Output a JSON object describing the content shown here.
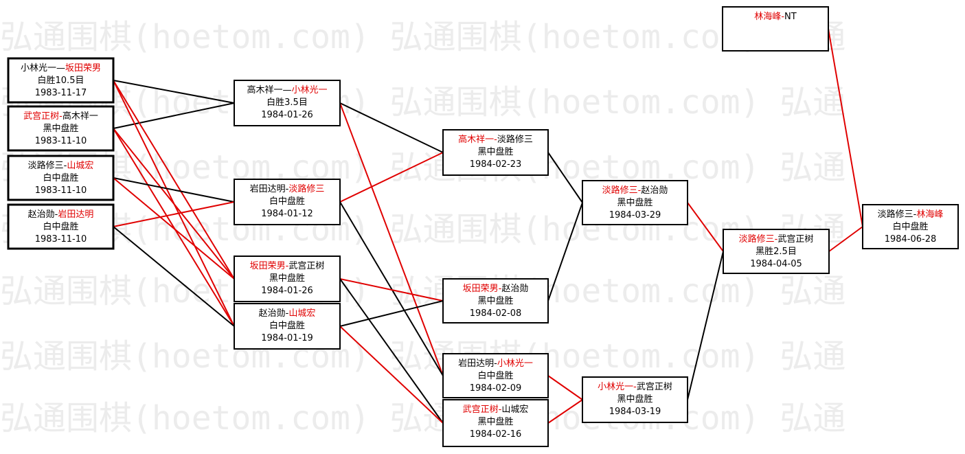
{
  "colors": {
    "win": "#e00000",
    "normal": "#000000",
    "watermark": "#ececec"
  },
  "watermark": "弘通围棋(hoetom.com) 弘通围棋(hoetom.com) 弘通",
  "matches": [
    {
      "id": "r1a",
      "p1": "小林光一",
      "sep": "—",
      "p2": "坂田荣男",
      "winner": "p2",
      "result": "白胜10.5目",
      "date": "1983-11-17"
    },
    {
      "id": "r1b",
      "p1": "武宫正树",
      "sep": "-",
      "p2": "高木祥一",
      "winner": "p1",
      "result": "黑中盘胜",
      "date": "1983-11-10"
    },
    {
      "id": "r1c",
      "p1": "淡路修三",
      "sep": "-",
      "p2": "山城宏",
      "winner": "p2",
      "result": "白中盘胜",
      "date": "1983-11-10"
    },
    {
      "id": "r1d",
      "p1": "赵治勋",
      "sep": "-",
      "p2": "岩田达明",
      "winner": "p2",
      "result": "白中盘胜",
      "date": "1983-11-10"
    },
    {
      "id": "r2a",
      "p1": "高木祥一",
      "sep": "—",
      "p2": "小林光一",
      "winner": "p2",
      "result": "白胜3.5目",
      "date": "1984-01-26"
    },
    {
      "id": "r2b",
      "p1": "岩田达明",
      "sep": "-",
      "p2": "淡路修三",
      "winner": "p2",
      "result": "白中盘胜",
      "date": "1984-01-12"
    },
    {
      "id": "r2c",
      "p1": "坂田荣男",
      "sep": "-",
      "p2": "武宫正树",
      "winner": "p1",
      "result": "黑中盘胜",
      "date": "1984-01-26"
    },
    {
      "id": "r2d",
      "p1": "赵治勋",
      "sep": "-",
      "p2": "山城宏",
      "winner": "p2",
      "result": "白中盘胜",
      "date": "1984-01-19"
    },
    {
      "id": "r3a",
      "p1": "高木祥一",
      "sep": "-",
      "p2": "淡路修三",
      "winner": "p1",
      "result": "黑中盘胜",
      "date": "1984-02-23"
    },
    {
      "id": "r3b",
      "p1": "坂田荣男",
      "sep": "-",
      "p2": "赵治勋",
      "winner": "p1",
      "result": "黑中盘胜",
      "date": "1984-02-08"
    },
    {
      "id": "r3c",
      "p1": "岩田达明",
      "sep": "-",
      "p2": "小林光一",
      "winner": "p2",
      "result": "白中盘胜",
      "date": "1984-02-09"
    },
    {
      "id": "r3d",
      "p1": "武宫正树",
      "sep": "-",
      "p2": "山城宏",
      "winner": "p1",
      "result": "黑中盘胜",
      "date": "1984-02-16"
    },
    {
      "id": "r4a",
      "p1": "淡路修三",
      "sep": "-",
      "p2": "赵治勋",
      "winner": "p1",
      "result": "黑中盘胜",
      "date": "1984-03-29"
    },
    {
      "id": "r4b",
      "p1": "小林光一",
      "sep": "-",
      "p2": "武宫正树",
      "winner": "p1",
      "result": "黑中盘胜",
      "date": "1984-03-19"
    },
    {
      "id": "r5a",
      "p1": "淡路修三",
      "sep": "-",
      "p2": "武宫正树",
      "winner": "p1",
      "result": "黑胜2.5目",
      "date": "1984-04-05"
    },
    {
      "id": "nt",
      "p1": "林海峰",
      "sep": "-",
      "p2": "NT",
      "winner": "p1",
      "result": "",
      "date": ""
    },
    {
      "id": "final",
      "p1": "淡路修三",
      "sep": "-",
      "p2": "林海峰",
      "winner": "p2",
      "result": "白中盘胜",
      "date": "1984-06-28"
    }
  ],
  "links": [
    {
      "from": "r1a",
      "to": "r2a",
      "winner": false
    },
    {
      "from": "r1b",
      "to": "r2a",
      "winner": false
    },
    {
      "from": "r1a",
      "to": "r2c",
      "winner": true
    },
    {
      "from": "r1a",
      "to": "r2d",
      "winner": true
    },
    {
      "from": "r1b",
      "to": "r2c",
      "winner": true
    },
    {
      "from": "r1b",
      "to": "r2d",
      "winner": true
    },
    {
      "from": "r1c",
      "to": "r2b",
      "winner": false
    },
    {
      "from": "r1c",
      "to": "r2c",
      "winner": true
    },
    {
      "from": "r1d",
      "to": "r2b",
      "winner": true
    },
    {
      "from": "r1d",
      "to": "r2d",
      "winner": false
    },
    {
      "from": "r2a",
      "to": "r3a",
      "winner": false
    },
    {
      "from": "r2a",
      "to": "r3c",
      "winner": true
    },
    {
      "from": "r2b",
      "to": "r3a",
      "winner": true
    },
    {
      "from": "r2b",
      "to": "r3c",
      "winner": false
    },
    {
      "from": "r2c",
      "to": "r3b",
      "winner": true
    },
    {
      "from": "r2c",
      "to": "r3d",
      "winner": false
    },
    {
      "from": "r2d",
      "to": "r3b",
      "winner": false
    },
    {
      "from": "r2d",
      "to": "r3d",
      "winner": true
    },
    {
      "from": "r3a",
      "to": "r4a",
      "winner": false
    },
    {
      "from": "r3b",
      "to": "r4a",
      "winner": false
    },
    {
      "from": "r3c",
      "to": "r4b",
      "winner": true
    },
    {
      "from": "r3d",
      "to": "r4b",
      "winner": true
    },
    {
      "from": "r4a",
      "to": "r5a",
      "winner": true
    },
    {
      "from": "r4b",
      "to": "r5a",
      "winner": false
    },
    {
      "from": "r5a",
      "to": "final",
      "winner": true
    },
    {
      "from": "nt",
      "to": "final",
      "winner": true
    }
  ]
}
